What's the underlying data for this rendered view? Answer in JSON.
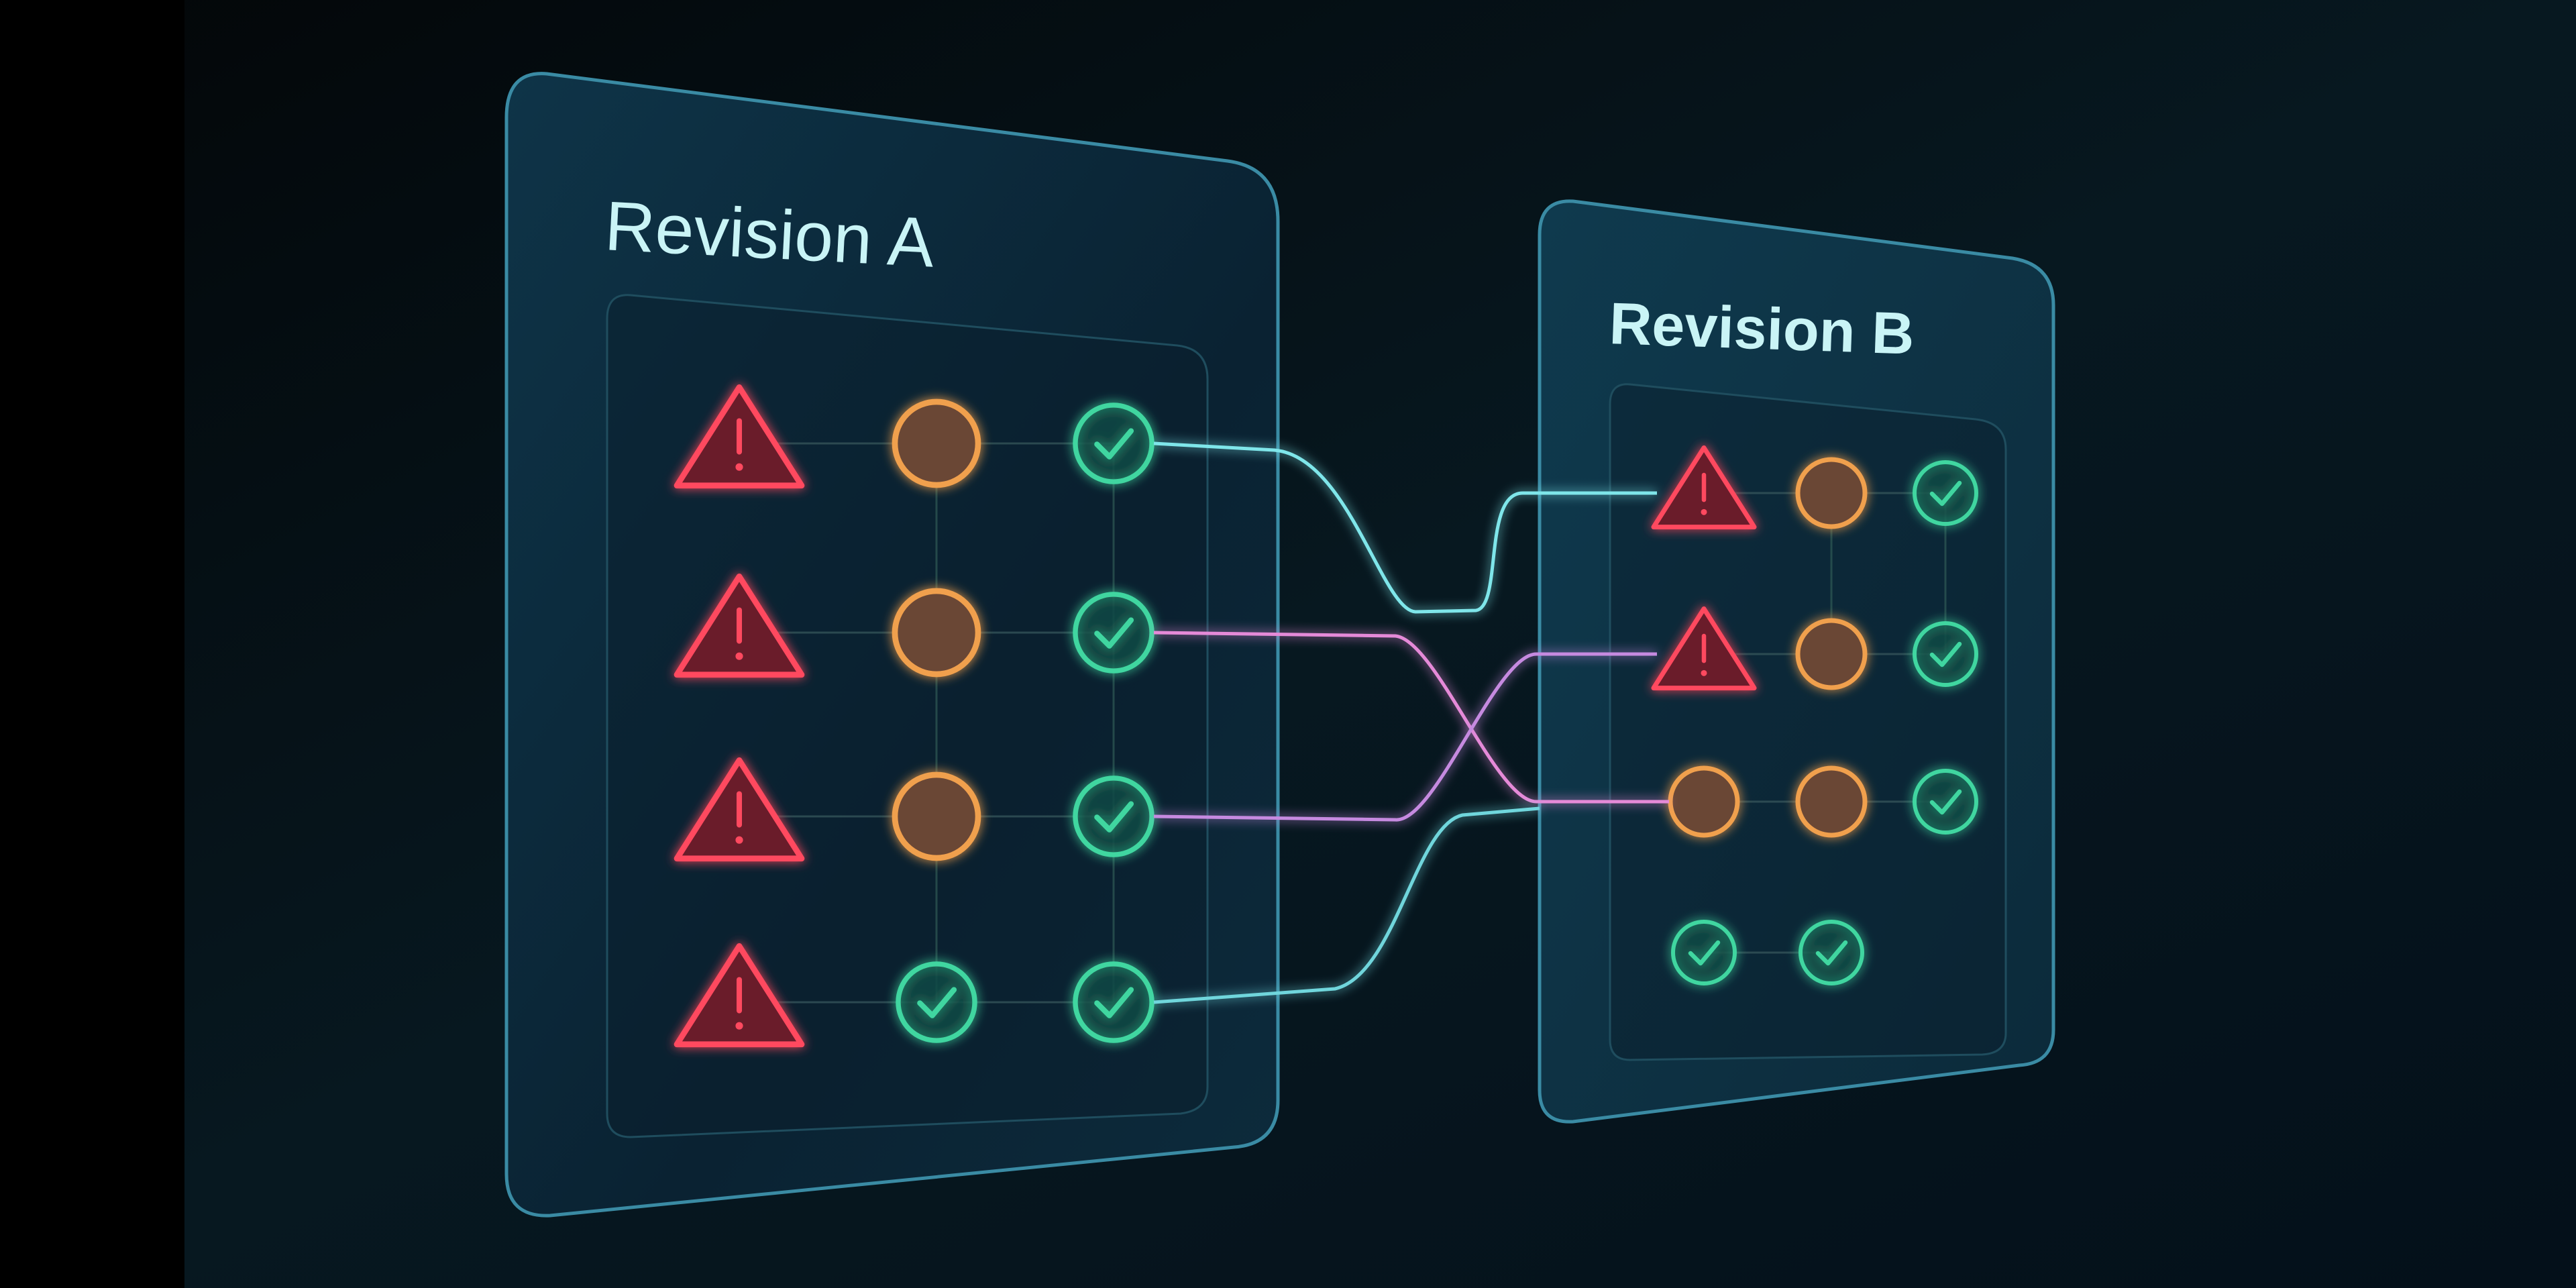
{
  "panels": [
    {
      "title": "Revision A",
      "grid": [
        [
          "warning",
          "pending",
          "ok"
        ],
        [
          "warning",
          "pending",
          "ok"
        ],
        [
          "warning",
          "pending",
          "ok"
        ],
        [
          "warning",
          "ok",
          "ok"
        ]
      ]
    },
    {
      "title": "Revision B",
      "grid": [
        [
          "warning",
          "pending",
          "ok"
        ],
        [
          "warning",
          "pending",
          "ok"
        ],
        [
          "pending",
          "pending",
          "ok"
        ],
        [
          "ok",
          "ok",
          null
        ]
      ]
    }
  ],
  "connections": [
    {
      "from_row": 0,
      "to_row": 0,
      "color": "#7fe6ea"
    },
    {
      "from_row": 1,
      "to_row": 2,
      "color": "#e58ad8"
    },
    {
      "from_row": 2,
      "to_row": 1,
      "color": "#c68ae0"
    },
    {
      "from_row": 3,
      "to_row": null,
      "color": "#6fd6dc"
    }
  ],
  "icons": {
    "warning": "warning-triangle-icon",
    "pending": "pending-circle-icon",
    "ok": "check-circle-icon"
  },
  "colors": {
    "background": "#03080c",
    "panel": "#0c2a3a",
    "panel_edge": "#3d8ea6",
    "warning": "#ff4a5e",
    "warning_fill": "#6a1a2c",
    "pending": "#f0a04e",
    "pending_fill": "#6a4634",
    "ok": "#3fd6a0",
    "ok_fill": "#0f4a44"
  }
}
